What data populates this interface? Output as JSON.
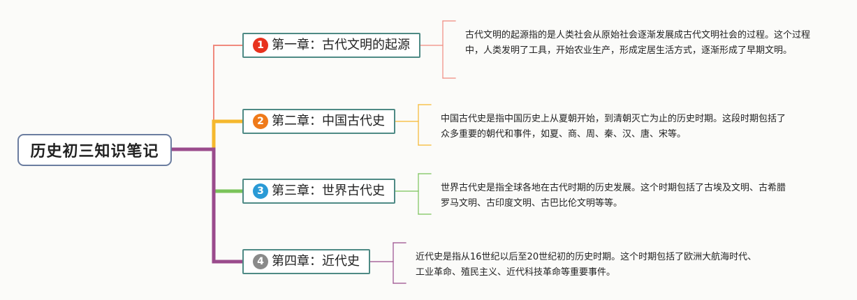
{
  "root": {
    "title": "历史初三知识笔记"
  },
  "branches": [
    {
      "num": "1",
      "label": "第一章：古代文明的起源",
      "color": "#e8321e",
      "line_color": "#f08a7e",
      "note": "古代文明的起源指的是人类社会从原始社会逐渐发展成古代文明社会的过程。这个过程中，人类发明了工具，开始农业生产，形成定居生活方式，逐渐形成了早期文明。"
    },
    {
      "num": "2",
      "label": "第二章：中国古代史",
      "color": "#ef7a1a",
      "line_color": "#f5b82e",
      "note": "中国古代史是指中国历史上从夏朝开始，到清朝灭亡为止的历史时期。这段时期包括了众多重要的朝代和事件，如夏、商、周、秦、汉、唐、宋等。"
    },
    {
      "num": "3",
      "label": "第三章：世界古代史",
      "color": "#2a9ad6",
      "line_color": "#7ac35a",
      "note": "世界古代史是指全球各地在古代时期的历史发展。这个时期包括了古埃及文明、古希腊罗马文明、古印度文明、古巴比伦文明等等。"
    },
    {
      "num": "4",
      "label": "第四章：近代史",
      "color": "#8a8a8a",
      "line_color": "#9a4b8c",
      "note": "近代史是指从16世纪以后至20世纪初的历史时期。这个时期包括了欧洲大航海时代、工业革命、殖民主义、近代科技革命等重要事件。"
    }
  ]
}
